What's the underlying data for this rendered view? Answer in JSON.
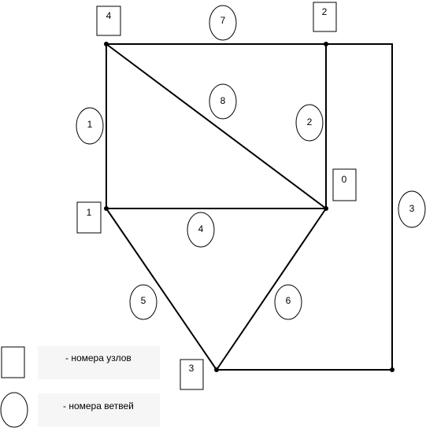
{
  "node_labels": {
    "n4": "4",
    "n2": "2",
    "n1": "1",
    "n0": "0",
    "n3": "3"
  },
  "branch_labels": {
    "b7": "7",
    "b8": "8",
    "b1": "1",
    "b2": "2",
    "b3": "3",
    "b4": "4",
    "b5": "5",
    "b6": "6"
  },
  "legend": {
    "nodes_text": "- номера узлов",
    "branches_text": "- номера ветвей"
  }
}
